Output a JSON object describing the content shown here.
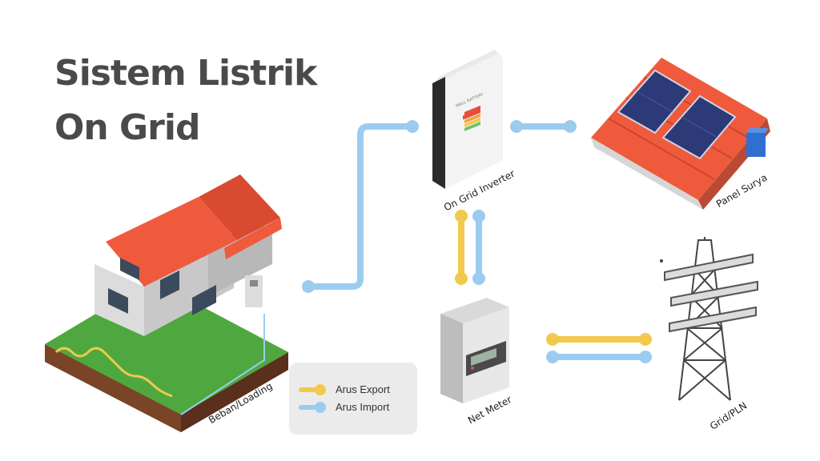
{
  "title": {
    "line1": "Sistem Listrik",
    "line2": "On Grid"
  },
  "inverter": {
    "label": "On Grid Inverter",
    "brand": "WALL BATTERY"
  },
  "solar": {
    "label": "Panel Surya"
  },
  "house": {
    "label": "Beban/Loading"
  },
  "meter": {
    "label": "Net Meter"
  },
  "grid": {
    "label": "Grid/PLN"
  },
  "legend": {
    "export_label": "Arus Export",
    "import_label": "Arus Import"
  },
  "colors": {
    "export": "#f2c94c",
    "import": "#9ccbf0",
    "roof": "#f05a3c",
    "panel": "#2c3a78"
  }
}
